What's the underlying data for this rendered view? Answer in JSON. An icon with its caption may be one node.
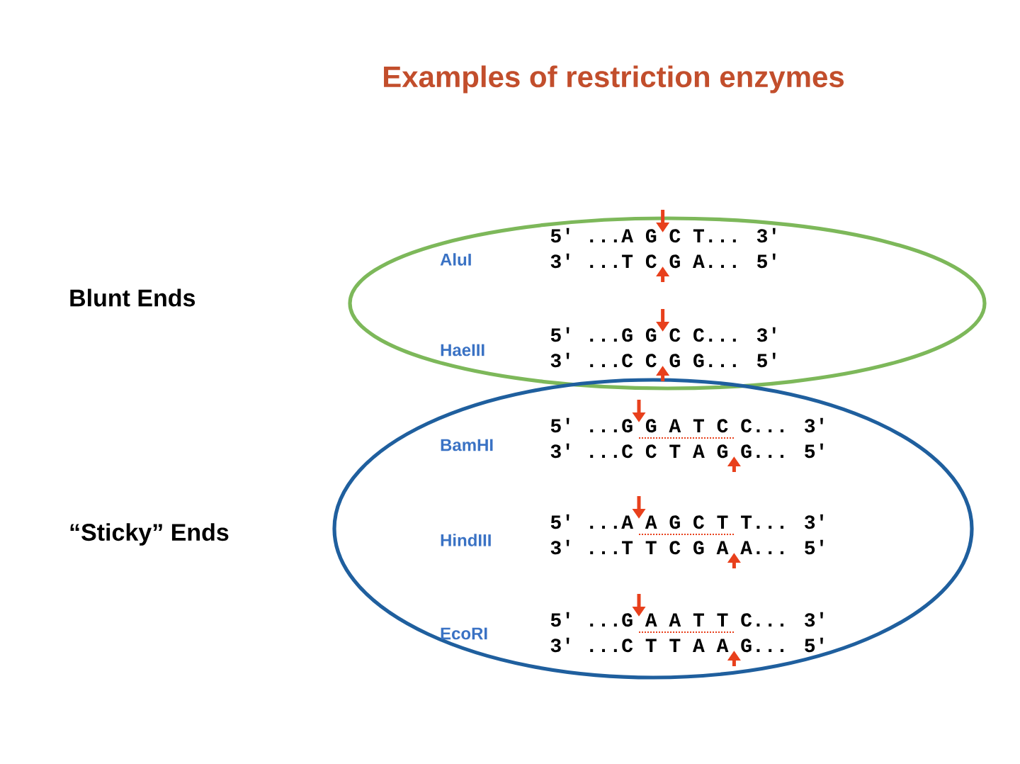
{
  "diagram": {
    "title": "Examples of restriction enzymes",
    "nodes": [
      {
        "text": [
          "AluI",
          "5' ...A G C T... 3'",
          "3' ...T C G A... 5'",
          "HaeIII",
          "5' ...G G C C... 3'",
          "3' ...C C G G... 5'"
        ]
      },
      {
        "text": [
          "BamHI",
          "5' ...G G A T C C... 3'",
          "3' ...C C T A G G... 5'",
          "HindIII",
          "5' ...A A G C T T... 3'",
          "3' ...T T C G A A... 5'",
          "EcoRI",
          "5' ...G A A T T C... 3'",
          "3' ...C T T A A G... 5'"
        ]
      }
    ],
    "edges": [],
    "labels": [
      "Blunt Ends",
      "“Sticky” Ends"
    ]
  }
}
